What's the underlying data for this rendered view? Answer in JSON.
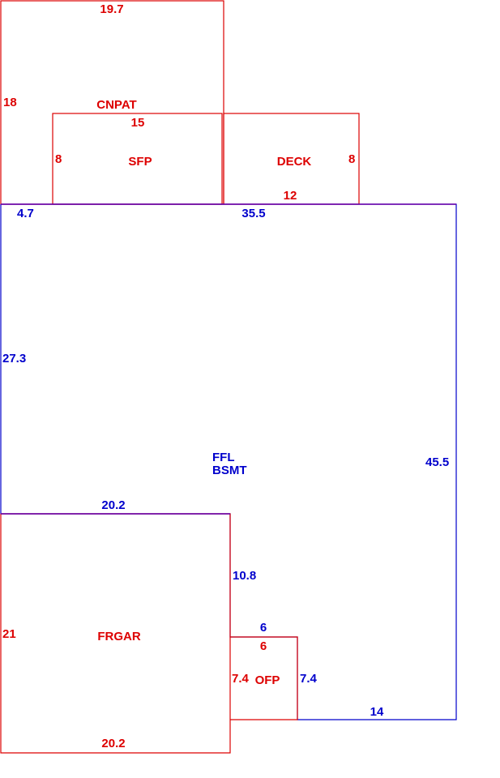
{
  "colors": {
    "red": "#dd0000",
    "blue": "#0000cc",
    "shared": "#6a00a8"
  },
  "areas": {
    "cnpat": {
      "name": "CNPAT",
      "top": "19.7",
      "left": "18"
    },
    "sfp": {
      "name": "SFP",
      "top": "15",
      "left": "8"
    },
    "deck": {
      "name": "DECK",
      "right": "8",
      "bottom": "12"
    },
    "main": {
      "name_line1": "FFL",
      "name_line2": "BSMT",
      "top_left": "4.7",
      "top": "35.5",
      "left": "27.3",
      "right": "45.5",
      "garage_top": "20.2",
      "step": "10.8",
      "ofp_top": "6",
      "ofp_right": "7.4",
      "bottom": "14"
    },
    "frgar": {
      "name": "FRGAR",
      "left": "21",
      "bottom": "20.2"
    },
    "ofp": {
      "name": "OFP",
      "top": "6",
      "left": "7.4"
    }
  }
}
